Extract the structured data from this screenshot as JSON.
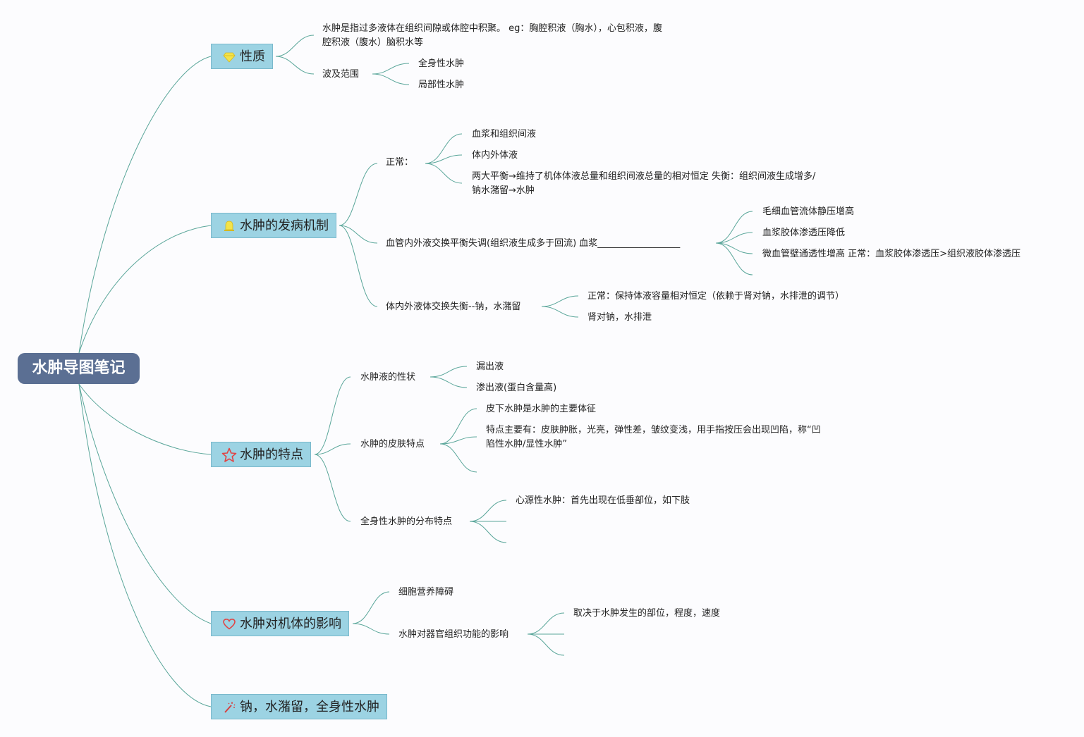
{
  "root": {
    "title": "水肿导图笔记"
  },
  "branches": {
    "nature": {
      "label": "性质",
      "icon": "diamond-icon",
      "definition": "水肿是指过多液体在组织间隙或体腔中积聚。 eg：胸腔积液（胸水），心包积液，腹腔积液（腹水）脑积水等",
      "scope": {
        "label": "波及范围",
        "items": [
          "全身性水肿",
          "局部性水肿"
        ]
      }
    },
    "mechanism": {
      "label": "水肿的发病机制",
      "icon": "bell-icon",
      "normal": {
        "label": "正常：",
        "items": [
          "血浆和组织间液",
          "体内外体液",
          "两大平衡→维持了机体体液总量和组织间液总量的相对恒定 失衡：组织间液生成增多/钠水潴留→水肿"
        ]
      },
      "vascular": {
        "label": "血管内外液交换平衡失调(组织液生成多于回流) 血浆__________________",
        "items": [
          "毛细血管流体静压增高",
          "血浆胶体渗透压降低",
          "微血管壁通透性增高 正常：血浆胶体渗透压>组织液胶体渗透压"
        ]
      },
      "body": {
        "label": "体内外液体交换失衡--钠，水潴留",
        "items": [
          "正常：保持体液容量相对恒定（依赖于肾对钠，水排泄的调节）",
          "肾对钠，水排泄"
        ]
      }
    },
    "features": {
      "label": "水肿的特点",
      "icon": "star-icon",
      "fluid": {
        "label": "水肿液的性状",
        "items": [
          "漏出液",
          "渗出液(蛋白含量高)"
        ]
      },
      "skin": {
        "label": "水肿的皮肤特点",
        "items": [
          "皮下水肿是水肿的主要体征",
          "特点主要有：皮肤肿胀，光亮，弹性差，皱纹变浅，用手指按压会出现凹陷，称“凹陷性水肿/显性水肿”"
        ]
      },
      "distribution": {
        "label": "全身性水肿的分布特点",
        "items": [
          "心源性水肿：首先出现在低垂部位，如下肢"
        ]
      }
    },
    "effects": {
      "label": "水肿对机体的影响",
      "icon": "heart-icon",
      "cell": "细胞营养障碍",
      "organ": {
        "label": "水肿对器官组织功能的影响",
        "items": [
          "取决于水肿发生的部位，程度，速度"
        ]
      }
    },
    "sodium": {
      "label": "钠，水潴留，全身性水肿",
      "icon": "magic-wand-icon"
    }
  },
  "colors": {
    "root_bg": "#5b6f93",
    "branch_bg": "#9cd3e3",
    "line": "#5aa69a"
  }
}
